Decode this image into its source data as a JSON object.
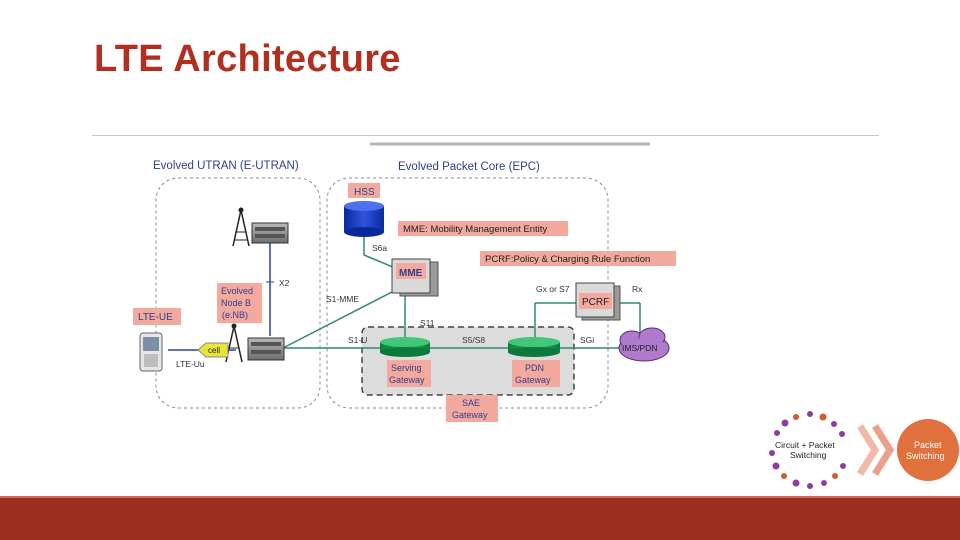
{
  "slide": {
    "title": "LTE Architecture"
  },
  "diagram": {
    "eutran_label": "Evolved UTRAN (E-UTRAN)",
    "epc_label": "Evolved Packet Core (EPC)",
    "hss": "HSS",
    "mme_desc": "MME: Mobility Management Entity",
    "s6a": "S6a",
    "pcrf_desc": "PCRF:Policy & Charging Rule Function",
    "mme": "MME",
    "x2": "X2",
    "s1_mme": "S1-MME",
    "enb_label": [
      "Evolved",
      "Node B",
      "(e.NB)"
    ],
    "gx": "Gx or S7",
    "rx": "Rx",
    "pcrf": "PCRF",
    "lte_ue": "LTE-UE",
    "s11": "S11",
    "s1u": "S1-U",
    "s5s8": "S5/S8",
    "sgi": "SGi",
    "ims": "IMS/PDN",
    "cell": "cell",
    "lte_uu": "LTE-Uu",
    "serving_gw": [
      "Serving",
      "Gateway"
    ],
    "pdn_gw": [
      "PDN",
      "Gateway"
    ],
    "sae_gw": [
      "SAE",
      "Gateway"
    ]
  },
  "logo": {
    "left_text": [
      "Circuit + Packet",
      "Switching"
    ],
    "right_text": [
      "Packet",
      "Switching"
    ]
  },
  "colors": {
    "title": "#b22f1f",
    "footer": "#9c2f1f",
    "label_box": "#f3a99d",
    "green_interface": "#2e8b6e",
    "blue_link": "#2e3ea8"
  }
}
